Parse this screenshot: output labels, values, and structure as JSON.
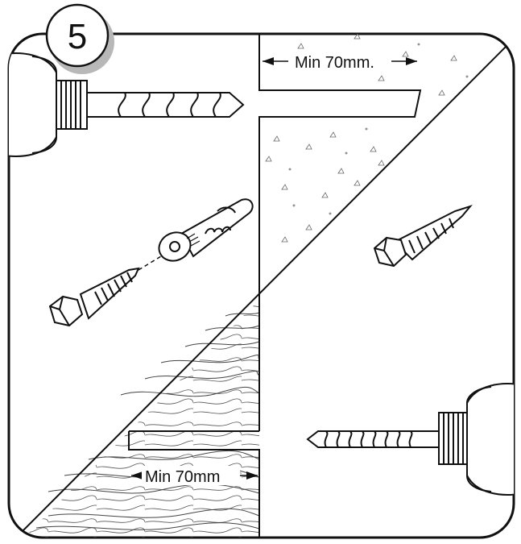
{
  "step": {
    "number": "5"
  },
  "dimensions": {
    "concrete_depth_label": "Min 70mm.",
    "wood_depth_label": "Min 70mm"
  },
  "colors": {
    "line": "#111111",
    "concrete": "#ffffff",
    "badge_shadow": "#b8b8b8",
    "panel_bg": "#ffffff"
  },
  "icons": {
    "drill_top": "drill-icon",
    "drill_bottom": "drill-icon",
    "plug": "wall-plug-icon",
    "screw_plug": "hex-screw-icon",
    "screw_concrete": "hex-screw-icon"
  }
}
